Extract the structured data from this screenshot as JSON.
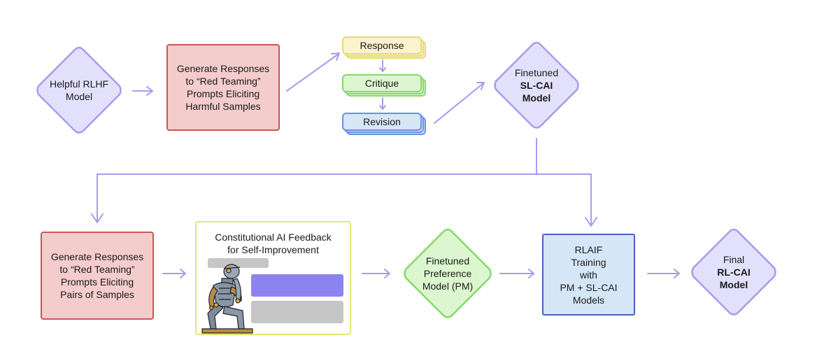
{
  "row1": {
    "helpful_model": {
      "line1": "Helpful RLHF",
      "line2": "Model"
    },
    "generate_box": [
      "Generate Responses",
      "to “Red Teaming”",
      "Prompts Eliciting",
      "Harmful Samples"
    ],
    "stack": {
      "response": "Response",
      "critique": "Critique",
      "revision": "Revision"
    },
    "sl_cai": {
      "line1": "Finetuned",
      "line2": "SL-CAI",
      "line3": "Model"
    }
  },
  "row2": {
    "generate_box": [
      "Generate Responses",
      "to “Red Teaming”",
      "Prompts Eliciting",
      "Pairs of Samples"
    ],
    "feedback": {
      "line1": "Constitutional AI Feedback",
      "line2": "for Self-Improvement"
    },
    "pm": {
      "line1": "Finetuned",
      "line2": "Preference",
      "line3": "Model (PM)"
    },
    "rlaif_box": [
      "RLAIF",
      "Training",
      "with",
      "PM + SL-CAI",
      "Models"
    ],
    "final": {
      "line1": "Final",
      "line2": "RL-CAI",
      "line3": "Model"
    }
  },
  "colors": {
    "diamond_purple_fill": "#e3e0fb",
    "diamond_purple_stroke": "#a79bf0",
    "diamond_green_fill": "#dcf7cf",
    "diamond_green_stroke": "#86d86a",
    "red_fill": "#f4cccc",
    "red_stroke": "#cc5555",
    "blue_fill": "#d5e6f7",
    "blue_stroke": "#4a5fc0",
    "arrow": "#a79bf0",
    "stack_yellow": "#fbf3cc",
    "stack_green": "#dcf7cf",
    "stack_blue": "#d5e6f7",
    "chat_purple": "#8c84ee",
    "chat_gray": "#c6c6c6"
  }
}
